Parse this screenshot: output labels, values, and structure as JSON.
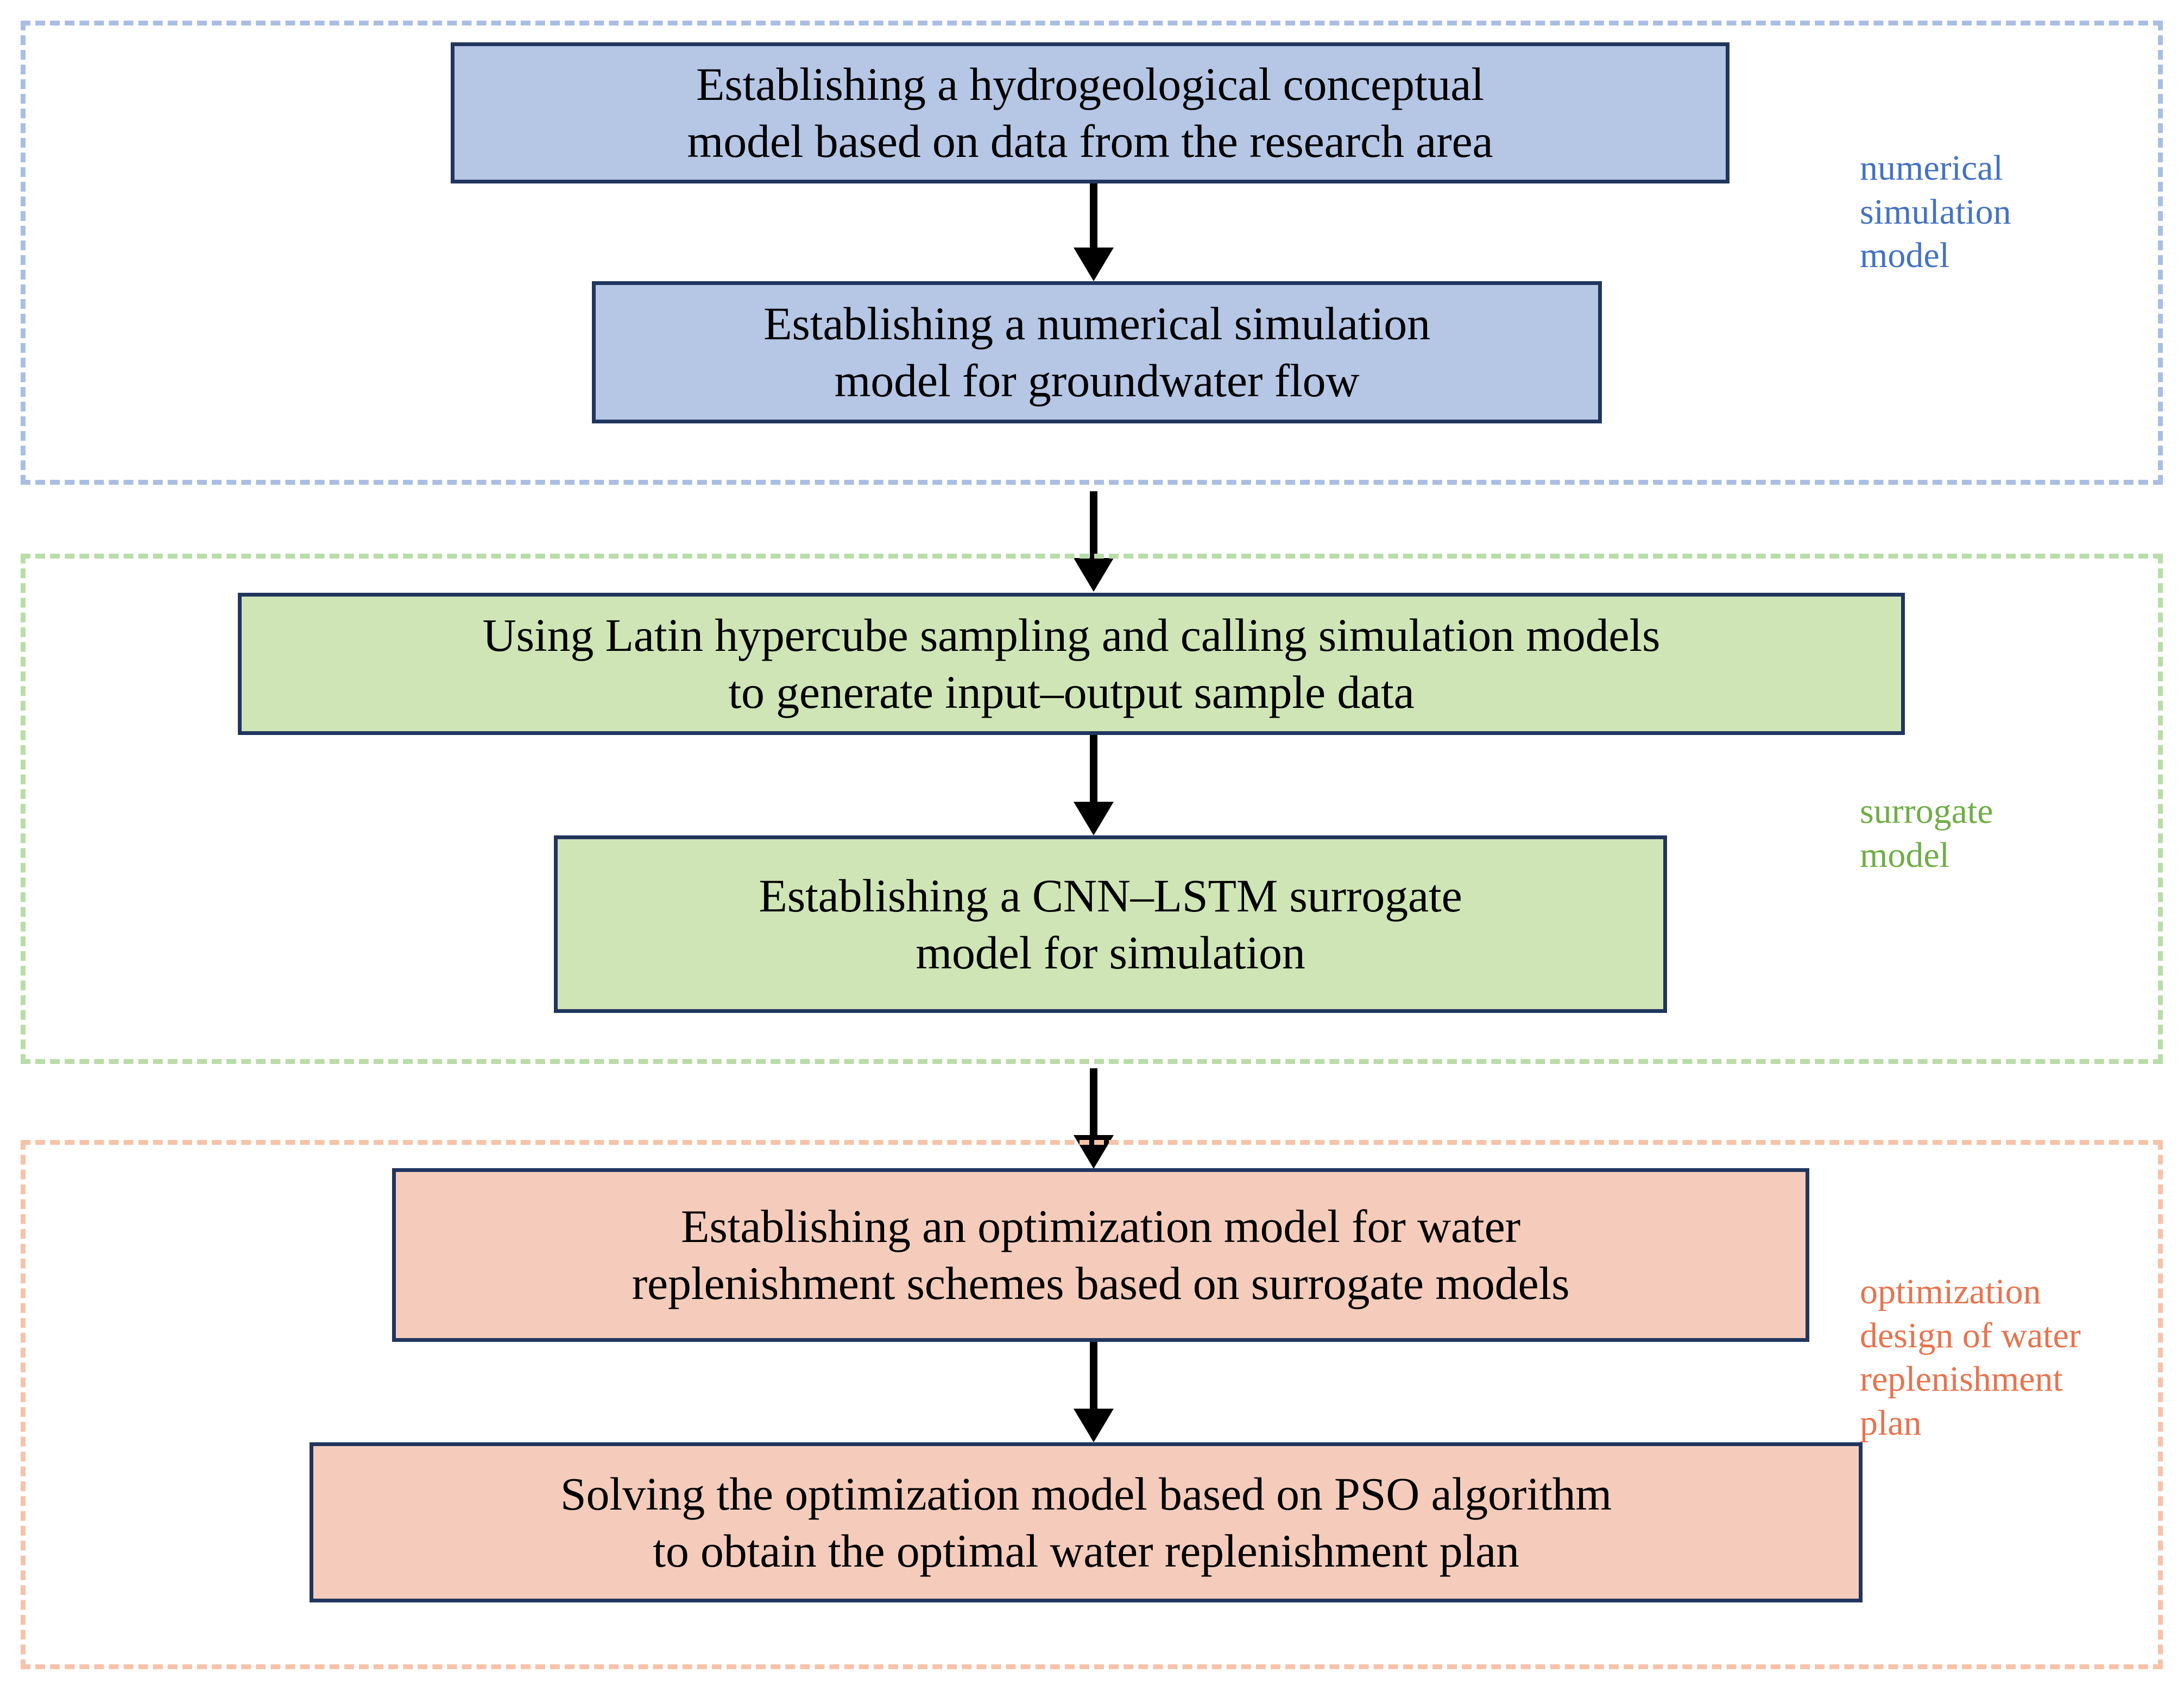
{
  "diagram": {
    "title": "Research methodology flowchart",
    "colors": {
      "blue_fill": "#B6C6E5",
      "green_fill": "#CFE5B6",
      "pink_fill": "#F5CCBB",
      "box_border": "#21365E",
      "blue_dashed": "#A9BEE2",
      "green_dashed": "#B9DCA8",
      "pink_dashed": "#F6C3AA",
      "blue_label_text": "#4472C4",
      "green_label_text": "#70AD47",
      "pink_label_text": "#E8734E",
      "arrow": "#000000"
    },
    "groups": [
      {
        "id": "numerical-simulation-model",
        "label": "numerical\nsimulation\nmodel",
        "boxes": [
          {
            "id": "box-1",
            "line1": "Establishing a hydrogeological conceptual",
            "line2": "model based on data from the research area"
          },
          {
            "id": "box-2",
            "line1": "Establishing a numerical simulation",
            "line2": "model for groundwater flow"
          }
        ]
      },
      {
        "id": "surrogate-model",
        "label": "surrogate\nmodel",
        "boxes": [
          {
            "id": "box-3",
            "line1": "Using Latin hypercube sampling and calling simulation models",
            "line2": "to generate input–output sample data"
          },
          {
            "id": "box-4",
            "line1": "Establishing a CNN–LSTM surrogate",
            "line2": "model for simulation"
          }
        ]
      },
      {
        "id": "optimization-design-of-water-replenishment-plan",
        "label": "optimization\ndesign of water\nreplenishment\nplan",
        "boxes": [
          {
            "id": "box-5",
            "line1": "Establishing an optimization model for water",
            "line2": "replenishment schemes based on surrogate models"
          },
          {
            "id": "box-6",
            "line1": "Solving the optimization model based on PSO algorithm",
            "line2": "to obtain the optimal water replenishment plan"
          }
        ]
      }
    ],
    "arrows": [
      {
        "id": "arrow-1",
        "from": "box-1",
        "to": "box-2"
      },
      {
        "id": "arrow-2",
        "from": "box-2",
        "to": "box-3"
      },
      {
        "id": "arrow-3",
        "from": "box-3",
        "to": "box-4"
      },
      {
        "id": "arrow-4",
        "from": "box-4",
        "to": "box-5"
      },
      {
        "id": "arrow-5",
        "from": "box-5",
        "to": "box-6"
      }
    ]
  }
}
